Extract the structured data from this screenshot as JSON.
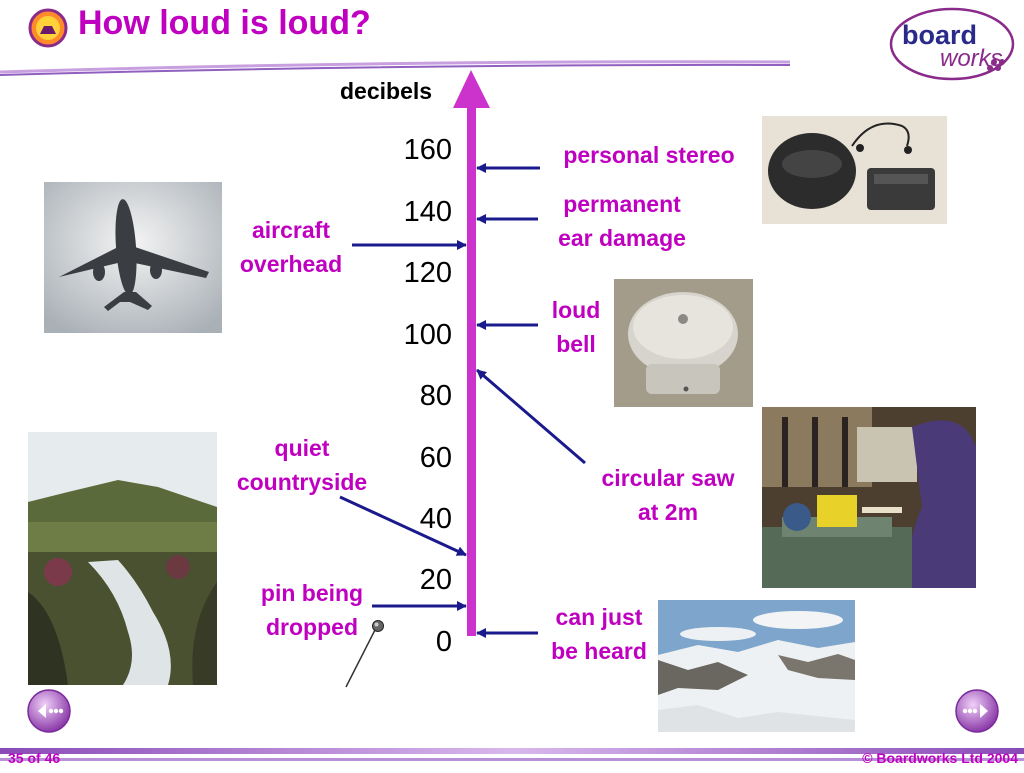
{
  "title": "How loud is loud?",
  "logo": {
    "line1": "board",
    "line2": "works"
  },
  "axis_label": "decibels",
  "ticks": [
    "160",
    "140",
    "120",
    "100",
    "80",
    "60",
    "40",
    "20",
    "0"
  ],
  "annotations": {
    "personal_stereo": "personal stereo",
    "permanent_damage": [
      "permanent",
      "ear damage"
    ],
    "aircraft": [
      "aircraft",
      "overhead"
    ],
    "loud_bell": [
      "loud",
      "bell"
    ],
    "circular_saw": [
      "circular saw",
      "at 2m"
    ],
    "quiet_countryside": [
      "quiet",
      "countryside"
    ],
    "pin": [
      "pin being",
      "dropped"
    ],
    "can_just": [
      "can just",
      "be heard"
    ]
  },
  "footer": {
    "page": "35 of 46",
    "copyright": "© Boardworks Ltd 2004"
  },
  "colors": {
    "accent": "#c000c0",
    "arrow": "#1a1a8c",
    "bar": "#cc33cc"
  }
}
